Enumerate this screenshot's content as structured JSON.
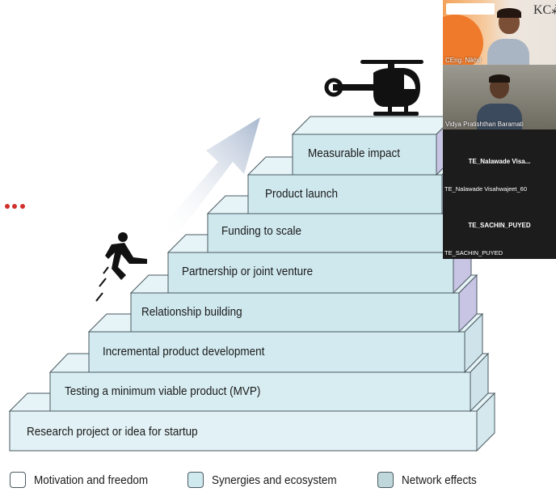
{
  "slide": {
    "steps": [
      {
        "label": "Research project or idea for startup"
      },
      {
        "label": "Testing a minimum viable product (MVP)"
      },
      {
        "label": "Incremental product development"
      },
      {
        "label": "Relationship building"
      },
      {
        "label": "Partnership or joint venture"
      },
      {
        "label": "Funding to scale"
      },
      {
        "label": "Product launch"
      },
      {
        "label": "Measurable impact"
      }
    ],
    "legend": [
      {
        "label": "Motivation and freedom",
        "color": "#ffffff"
      },
      {
        "label": "Synergies and ecosystem",
        "color": "#cfe9ee"
      },
      {
        "label": "Network effects",
        "color": "#bfd7db"
      }
    ],
    "colors": {
      "step_face": "#cfe8ee",
      "step_top": "#e6f4f7",
      "step_side": "#c7c4e4",
      "outline": "#4a5a60",
      "arrow": "#b9c6d8",
      "dots": "#d0312d"
    }
  },
  "video_panel": {
    "tiles": [
      {
        "name": "CEng. Nikhil",
        "logo_text": "KC⁂L"
      },
      {
        "name": "Vidya Pratishthan Baramati"
      },
      {
        "name": "TE_Nalawade Visa...",
        "subname": "TE_Nalawade Visahwajeet_60"
      },
      {
        "name": "TE_SACHIN_PUYED",
        "subname": "TE_SACHIN_PUYED"
      }
    ]
  }
}
